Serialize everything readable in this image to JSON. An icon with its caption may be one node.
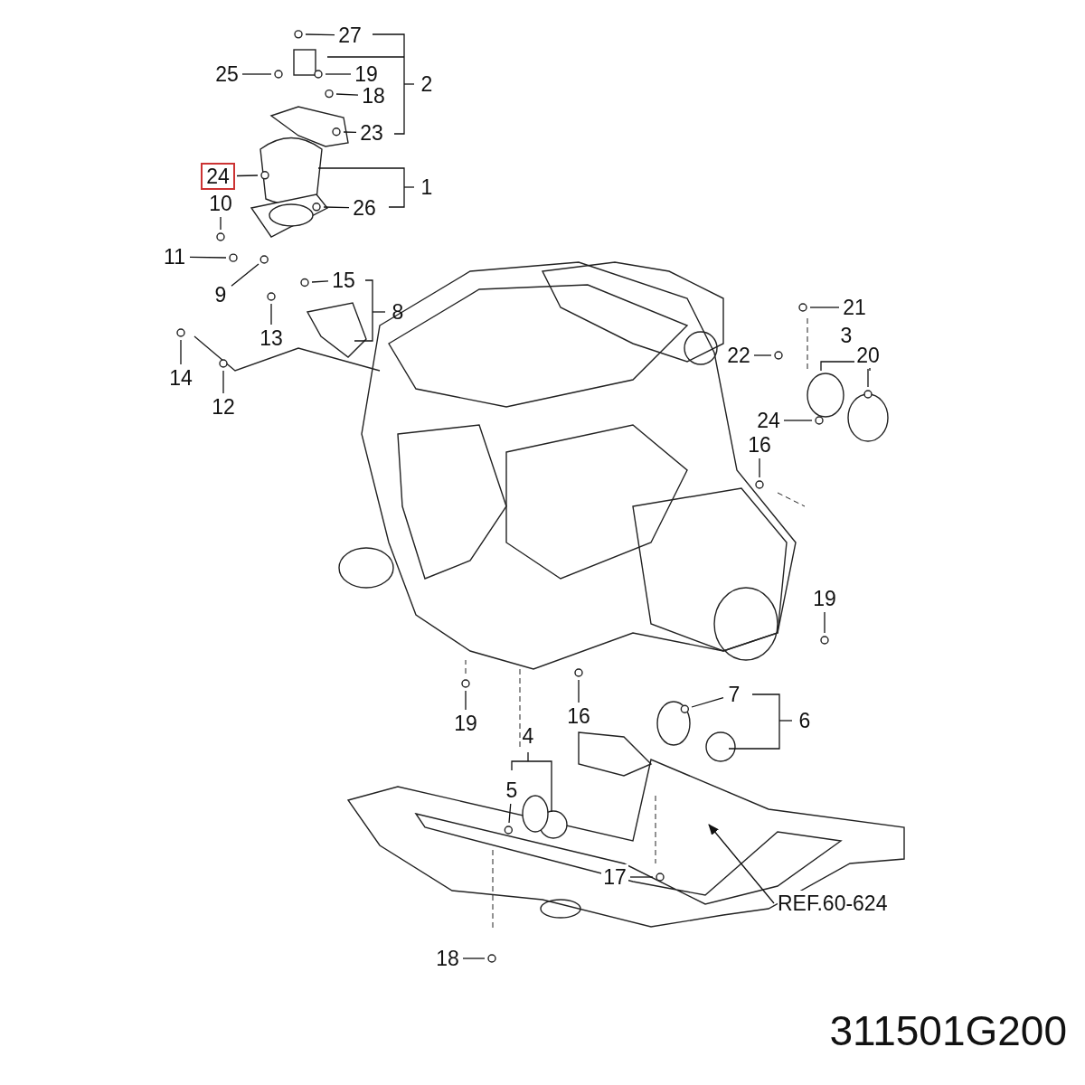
{
  "diagram": {
    "caption": "311501G200",
    "nodes": [
      {
        "text": [
          "27"
        ]
      },
      {
        "text": [
          "25"
        ]
      },
      {
        "text": [
          "19"
        ]
      },
      {
        "text": [
          "18"
        ]
      },
      {
        "text": [
          "23"
        ]
      },
      {
        "text": [
          "24"
        ]
      },
      {
        "text": [
          "26"
        ]
      },
      {
        "text": [
          "10"
        ]
      },
      {
        "text": [
          "11"
        ]
      },
      {
        "text": [
          "15"
        ]
      },
      {
        "text": [
          "9"
        ]
      },
      {
        "text": [
          "21"
        ]
      },
      {
        "text": [
          "13"
        ]
      },
      {
        "text": [
          "22"
        ]
      },
      {
        "text": [
          "20"
        ]
      },
      {
        "text": [
          "14"
        ]
      },
      {
        "text": [
          "12"
        ]
      },
      {
        "text": [
          "24"
        ]
      },
      {
        "text": [
          "16"
        ]
      },
      {
        "text": [
          "19"
        ]
      },
      {
        "text": [
          "19"
        ]
      },
      {
        "text": [
          "16"
        ]
      },
      {
        "text": [
          "7"
        ]
      },
      {
        "text": [
          "5"
        ]
      },
      {
        "text": [
          "17"
        ]
      },
      {
        "text": [
          "REF.60-624"
        ]
      },
      {
        "text": [
          "18"
        ]
      }
    ],
    "edges": [
      {
        "from": 0,
        "to": null,
        "arrow": "none"
      },
      {
        "from": 1,
        "to": null,
        "arrow": "none"
      },
      {
        "from": 2,
        "to": null,
        "arrow": "none"
      },
      {
        "from": 3,
        "to": null,
        "arrow": "none"
      },
      {
        "from": 4,
        "to": null,
        "arrow": "none"
      },
      {
        "from": 5,
        "to": null,
        "arrow": "none"
      },
      {
        "from": 6,
        "to": null,
        "arrow": "none"
      },
      {
        "from": 7,
        "to": null,
        "arrow": "none"
      },
      {
        "from": 8,
        "to": null,
        "arrow": "none"
      },
      {
        "from": 9,
        "to": null,
        "arrow": "none"
      },
      {
        "from": 10,
        "to": null,
        "arrow": "none"
      },
      {
        "from": 11,
        "to": null,
        "arrow": "none"
      },
      {
        "from": 12,
        "to": null,
        "arrow": "none"
      },
      {
        "from": 13,
        "to": null,
        "arrow": "none"
      },
      {
        "from": 14,
        "to": null,
        "arrow": "none"
      },
      {
        "from": 15,
        "to": null,
        "arrow": "none"
      },
      {
        "from": 16,
        "to": null,
        "arrow": "none"
      },
      {
        "from": 17,
        "to": null,
        "arrow": "none"
      },
      {
        "from": 18,
        "to": null,
        "arrow": "none"
      },
      {
        "from": 19,
        "to": null,
        "arrow": "none"
      },
      {
        "from": 20,
        "to": null,
        "arrow": "none"
      },
      {
        "from": 21,
        "to": null,
        "arrow": "none"
      },
      {
        "from": 22,
        "to": null,
        "arrow": "none"
      },
      {
        "from": 23,
        "to": null,
        "arrow": "none"
      },
      {
        "from": 24,
        "to": null,
        "arrow": "none"
      },
      {
        "from": 25,
        "to": null,
        "arrow": "to"
      },
      {
        "from": 26,
        "to": null,
        "arrow": "none"
      }
    ],
    "labels": [
      "2",
      "1",
      "8",
      "3",
      "6",
      "4"
    ]
  }
}
